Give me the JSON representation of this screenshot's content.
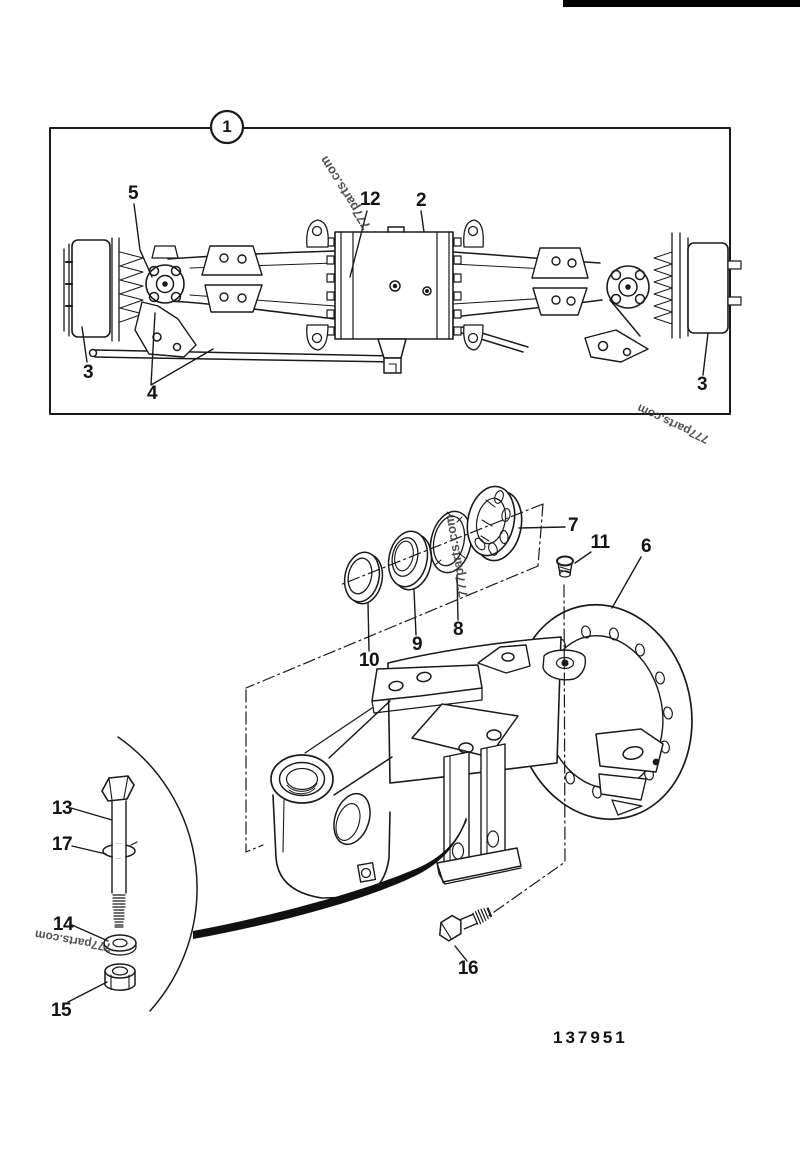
{
  "figure_labels": {
    "balloon_1": "1",
    "c2": "2",
    "c3_left": "3",
    "c3_right": "3",
    "c4": "4",
    "c5": "5",
    "c6": "6",
    "c7": "7",
    "c8": "8",
    "c9": "9",
    "c10": "10",
    "c11": "11",
    "c12": "12",
    "c13": "13",
    "c14": "14",
    "c15": "15",
    "c16": "16",
    "c17": "17"
  },
  "watermark": {
    "text": "777parts.com"
  },
  "part_number": {
    "text": "137951"
  }
}
